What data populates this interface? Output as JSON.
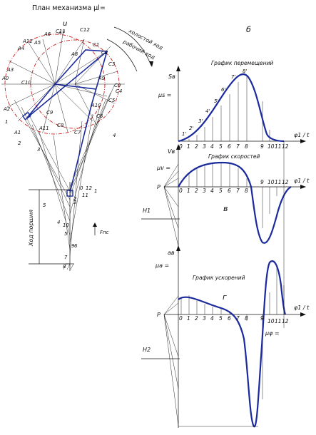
{
  "header": {
    "title": "План механизма  μl="
  },
  "labels": {
    "mechanism_u": "u",
    "working_stroke": "рабочий ход",
    "idle_stroke": "холостой ход",
    "panel_b": "б",
    "panel_v": "в",
    "panel_g": "г",
    "piston_stroke": "Ход поршня",
    "force": "Fпс",
    "H1": "H1",
    "H2": "H2",
    "P1": "P",
    "P2": "P"
  },
  "graphs": {
    "displacement": {
      "title": "График перемещений",
      "y_label": "Sв",
      "scale": "μs =",
      "x_label": "φ1 / t"
    },
    "velocity": {
      "title": "График скоростей",
      "y_label": "Vв",
      "scale": "μv =",
      "x_label": "φ1 / t"
    },
    "acceleration": {
      "title": "График ускорений",
      "y_label": "aв",
      "scale": "μa =",
      "x_label": "φ1 / t",
      "bottom_scale": "μφ ="
    }
  },
  "mechanism_points": {
    "A": [
      "A0",
      "A1",
      "A2",
      "A3",
      "A4",
      "A5",
      "A6",
      "A7",
      "A8",
      "A9",
      "A10",
      "A11",
      "A12"
    ],
    "C": [
      "C0",
      "C1",
      "C2",
      "C3",
      "C4",
      "C5",
      "C6",
      "C7",
      "C8",
      "C9",
      "C10",
      "C11",
      "C12"
    ],
    "slider": [
      "0",
      "12",
      "1",
      "11",
      "2",
      "3",
      "4",
      "10",
      "5",
      "9",
      "6",
      "7",
      "8"
    ],
    "side": [
      "1",
      "2",
      "3",
      "4",
      "5"
    ]
  },
  "axis_ticks": {
    "displacement": [
      "0",
      "1",
      "2",
      "3",
      "4",
      "5",
      "6",
      "7",
      "8",
      "9",
      "10",
      "11",
      "12"
    ],
    "velocity": [
      "0",
      "1",
      "2",
      "3",
      "4",
      "5",
      "6",
      "7",
      "8",
      "9",
      "10",
      "11",
      "12"
    ],
    "acceleration": [
      "0",
      "1",
      "2",
      "3",
      "4",
      "5",
      "6",
      "7",
      "8",
      "9",
      "10",
      "11",
      "12"
    ]
  },
  "curve_labels": [
    "1'",
    "2'",
    "3'",
    "4'",
    "5'",
    "6'",
    "7'",
    "8'"
  ]
}
